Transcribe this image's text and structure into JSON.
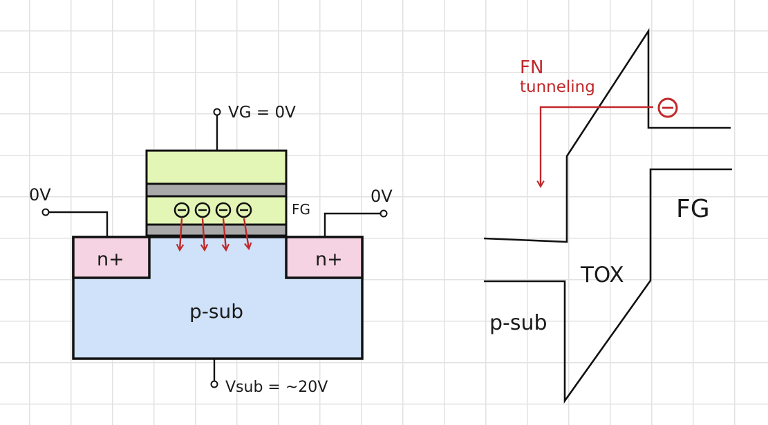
{
  "transistor": {
    "gate_voltage_label": "VG = 0V",
    "source_voltage_label": "0V",
    "drain_voltage_label": "0V",
    "floating_gate_label": "FG",
    "source_region_label": "n+",
    "drain_region_label": "n+",
    "substrate_label": "p-sub",
    "substrate_voltage_label": "Vsub = ~20V",
    "electron_symbol": "−",
    "electron_count": 4
  },
  "band_diagram": {
    "mechanism_label_line1": "FN",
    "mechanism_label_line2": "tunneling",
    "oxide_label": "TOX",
    "floating_gate_label": "FG",
    "substrate_label": "p-sub",
    "electron_symbol": "−"
  },
  "colors": {
    "control_gate": "#e4f6b5",
    "oxide_layer": "#a9a9a9",
    "floating_gate": "#e4f6b5",
    "n_plus": "#f6d3e2",
    "p_sub": "#cfe2f9",
    "arrow_red": "#c0282a",
    "outline": "#111111"
  }
}
